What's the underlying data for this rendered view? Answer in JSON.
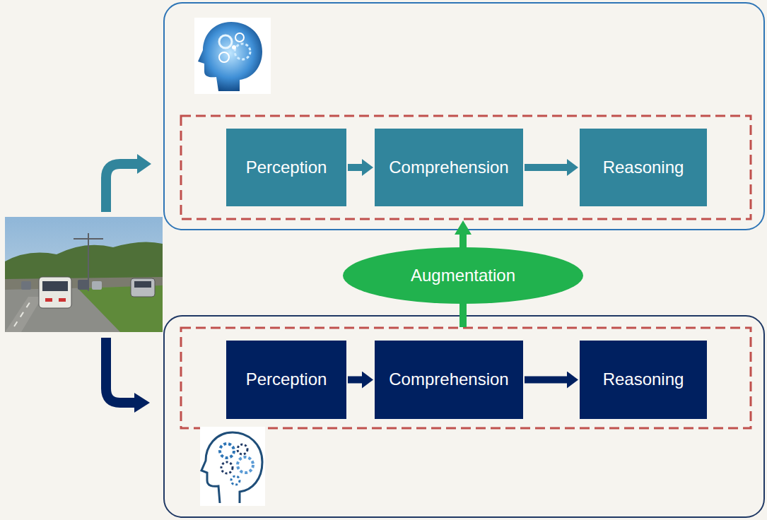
{
  "diagram": {
    "nodes": [
      {
        "text": [
          "Perception"
        ]
      },
      {
        "text": [
          "Comprehension"
        ]
      },
      {
        "text": [
          "Reasoning"
        ]
      },
      {
        "text": [
          "Perception"
        ]
      },
      {
        "text": [
          "Comprehension"
        ]
      },
      {
        "text": [
          "Reasoning"
        ]
      },
      {
        "text": [
          "Augmentation"
        ]
      }
    ],
    "edges": [
      {
        "from": 0,
        "to": 1,
        "arrow": "to"
      },
      {
        "from": 1,
        "to": 2,
        "arrow": "to"
      },
      {
        "from": 3,
        "to": 4,
        "arrow": "to"
      },
      {
        "from": 4,
        "to": 5,
        "arrow": "to"
      }
    ]
  }
}
